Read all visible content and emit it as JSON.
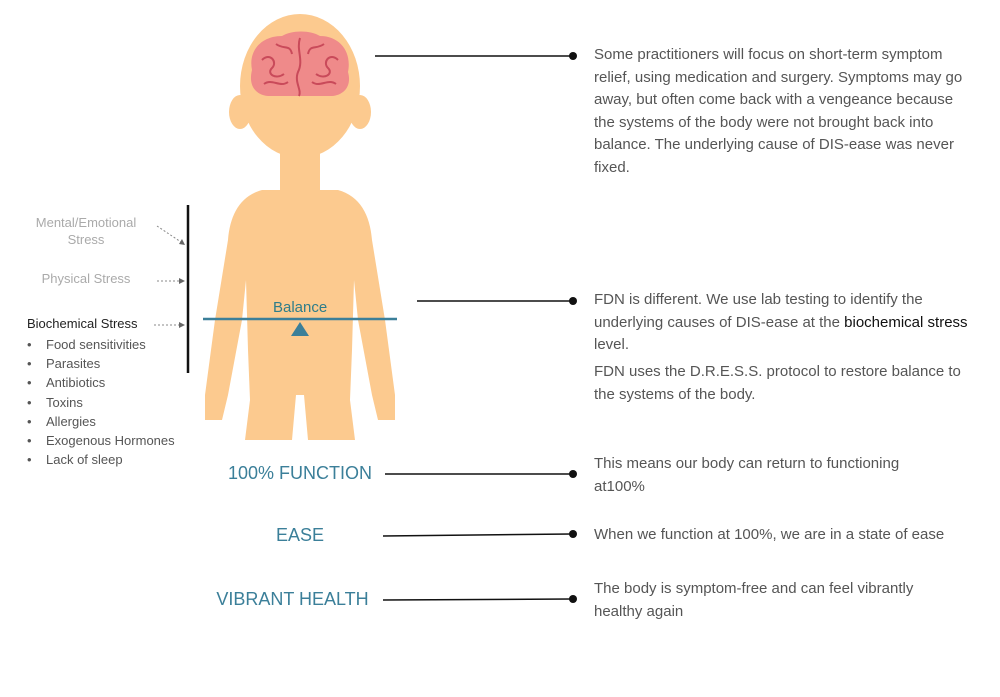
{
  "colors": {
    "skin": "#fcca8f",
    "brain": "#ef8a8a",
    "brain_lines": "#c94a5a",
    "teal": "#3b7f99",
    "gray_text": "#aaaaaa"
  },
  "stress": {
    "mental_line1": "Mental/Emotional",
    "mental_line2": "Stress",
    "physical": "Physical Stress",
    "biochemical": "Biochemical Stress",
    "items": [
      "Food sensitivities",
      "Parasites",
      "Antibiotics",
      "Toxins",
      "Allergies",
      "Exogenous Hormones",
      "Lack of sleep"
    ]
  },
  "balance": {
    "label": "Balance"
  },
  "paragraphs": {
    "p1": "Some practitioners will focus on short-term symptom relief, using medication and surgery. Symptoms may go away, but often come back with a vengeance because the systems of the body were not brought back into balance. The underlying cause of DIS-ease was never fixed.",
    "p2_a": "FDN is different.  We use lab testing to identify the underlying causes of DIS-ease at the ",
    "p2_b": "biochemical stress",
    "p2_c": " level.",
    "p3": "FDN uses the D.R.E.S.S. protocol to restore balance to the systems of the body.",
    "p4": "This means our body can return to functioning at100%",
    "p5": "When we function at 100%, we are in a state of ease",
    "p6": "The body is symptom-free and can feel vibrantly healthy again"
  },
  "levels": {
    "function": "100% FUNCTION",
    "ease": "EASE",
    "vibrant": "VIBRANT HEALTH"
  }
}
